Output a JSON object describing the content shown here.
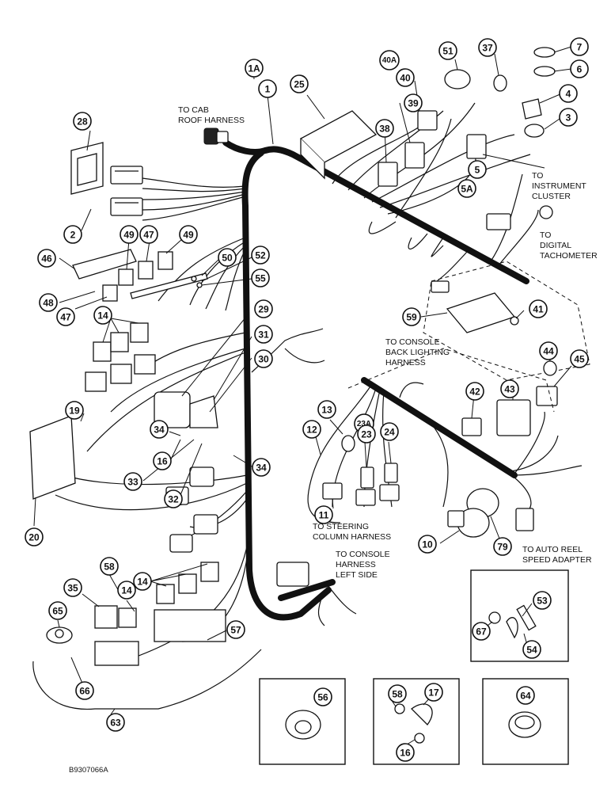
{
  "labels": {
    "cab_roof": [
      "TO CAB",
      "ROOF HARNESS"
    ],
    "instrument": [
      "TO",
      "INSTRUMENT",
      "CLUSTER"
    ],
    "tach": [
      "TO",
      "DIGITAL",
      "TACHOMETER"
    ],
    "back_lighting": [
      "TO CONSOLE",
      "BACK LIGHTING",
      "HARNESS"
    ],
    "steering": [
      "TO STEERING",
      "COLUMN HARNESS"
    ],
    "console_left": [
      "TO CONSOLE",
      "HARNESS",
      "LEFT SIDE"
    ],
    "auto_reel": [
      "TO AUTO REEL",
      "SPEED ADAPTER"
    ]
  },
  "drawing_id": "B9307066A",
  "callouts": [
    "1A",
    "1",
    "25",
    "51",
    "37",
    "7",
    "6",
    "40A",
    "40",
    "4",
    "3",
    "39",
    "28",
    "38",
    "5",
    "5A",
    "2",
    "46",
    "49",
    "47",
    "49",
    "50",
    "52",
    "55",
    "48",
    "47",
    "14",
    "29",
    "31",
    "30",
    "59",
    "41",
    "19",
    "34",
    "16",
    "33",
    "32",
    "34",
    "20",
    "13",
    "12",
    "23A",
    "23",
    "24",
    "44",
    "45",
    "42",
    "43",
    "11",
    "10",
    "79",
    "58",
    "14",
    "35",
    "14",
    "65",
    "57",
    "66",
    "63",
    "53",
    "67",
    "54",
    "56",
    "58",
    "17",
    "16",
    "64"
  ]
}
